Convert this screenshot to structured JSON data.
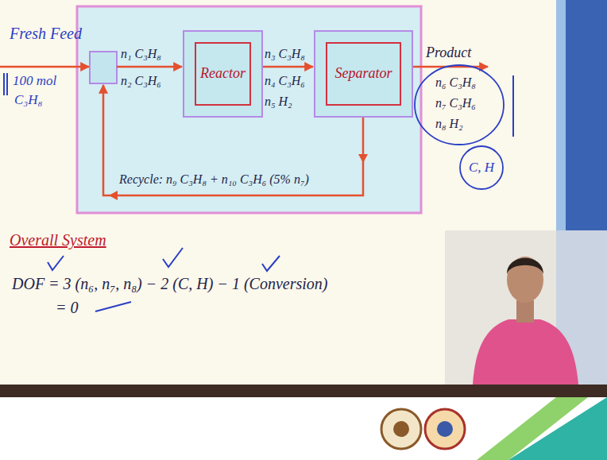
{
  "diagram": {
    "nodes": [
      {
        "text": [
          "Reactor"
        ]
      },
      {
        "text": [
          "Separator"
        ]
      }
    ],
    "edges": [
      {
        "from": 0,
        "to": 1,
        "arrow": "to"
      }
    ],
    "labels": [
      "Fresh Feed",
      "100 mol",
      "C₃H₈",
      "n₁ C₃H₈",
      "n₂ C₃H₆",
      "n₃ C₃H₈",
      "n₄ C₃H₆",
      "n₅ H₂",
      "Product",
      "n₆ C₃H₈",
      "n₇ C₃H₆",
      "n₈ H₂",
      "C, H",
      "Recycle: n₉ C₃H₈ + n₁₀ C₃H₆ (5% n₇)",
      "Overall System",
      "DOF = 3 (n₆, n₇, n₈) − 2 (C, H) − 1 (Conversion)",
      "= 0"
    ]
  }
}
